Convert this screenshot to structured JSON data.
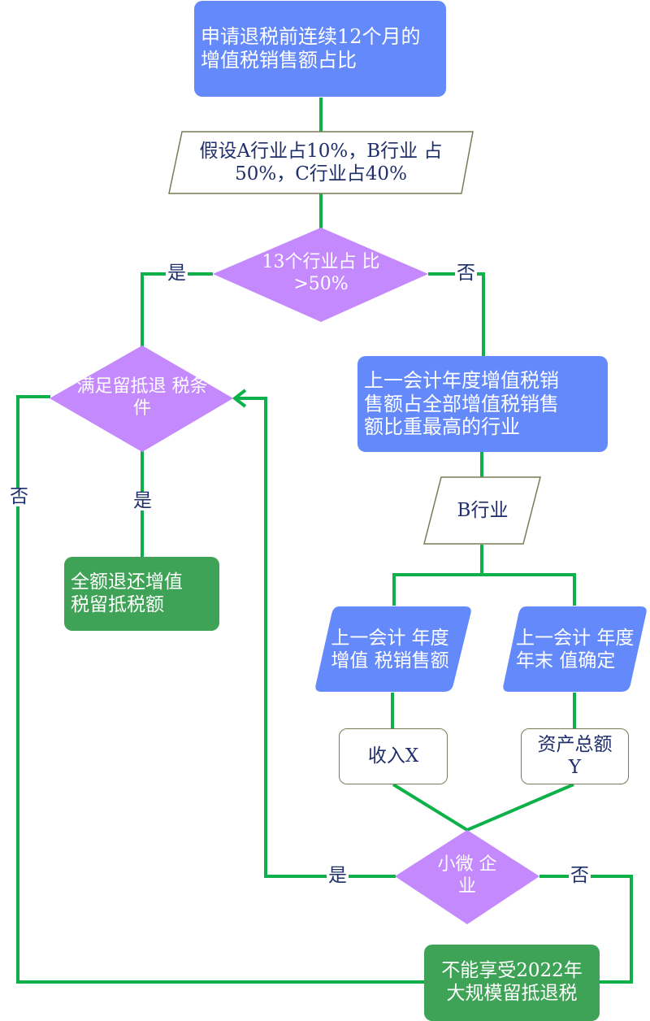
{
  "colors": {
    "process_blue": "#6489fa",
    "decision_purple": "#c389fd",
    "terminal_green": "#3ea356",
    "connector_green": "#0eb04a",
    "label_navy": "#1f2f6b"
  },
  "nodes": {
    "start": "申请退税前连续12个月的增值税销售额占比",
    "assumption_line1": "假设A行业占10%，B行业",
    "assumption_line2": "占50%，C行业占40%",
    "decision_industry_line1": "13个行业占",
    "decision_industry_line2": "比>50%",
    "decision_refund_line1": "满足留抵退",
    "decision_refund_line2": "税条件",
    "full_refund_line1": "全额退还增值",
    "full_refund_line2": "税留抵税额",
    "highest_industry_line1": "上一会计年度增值税销",
    "highest_industry_line2": "售额占全部增值税销售",
    "highest_industry_line3": "额比重最高的行业",
    "b_industry": "B行业",
    "sales_line1": "上一会计",
    "sales_line2": "年度增值",
    "sales_line3": "税销售额",
    "assets_line1": "上一会计",
    "assets_line2": "年度年末",
    "assets_line3": "值确定",
    "income_x": "收入X",
    "total_assets_line1": "资产总额",
    "total_assets_line2": "Y",
    "decision_small_line1": "小微",
    "decision_small_line2": "企业",
    "not_eligible_line1": "不能享受2022年",
    "not_eligible_line2": "大规模留抵退税"
  },
  "edge_labels": {
    "industry_yes": "是",
    "industry_no": "否",
    "refund_yes": "是",
    "refund_no": "否",
    "small_yes": "是",
    "small_no": "否"
  }
}
